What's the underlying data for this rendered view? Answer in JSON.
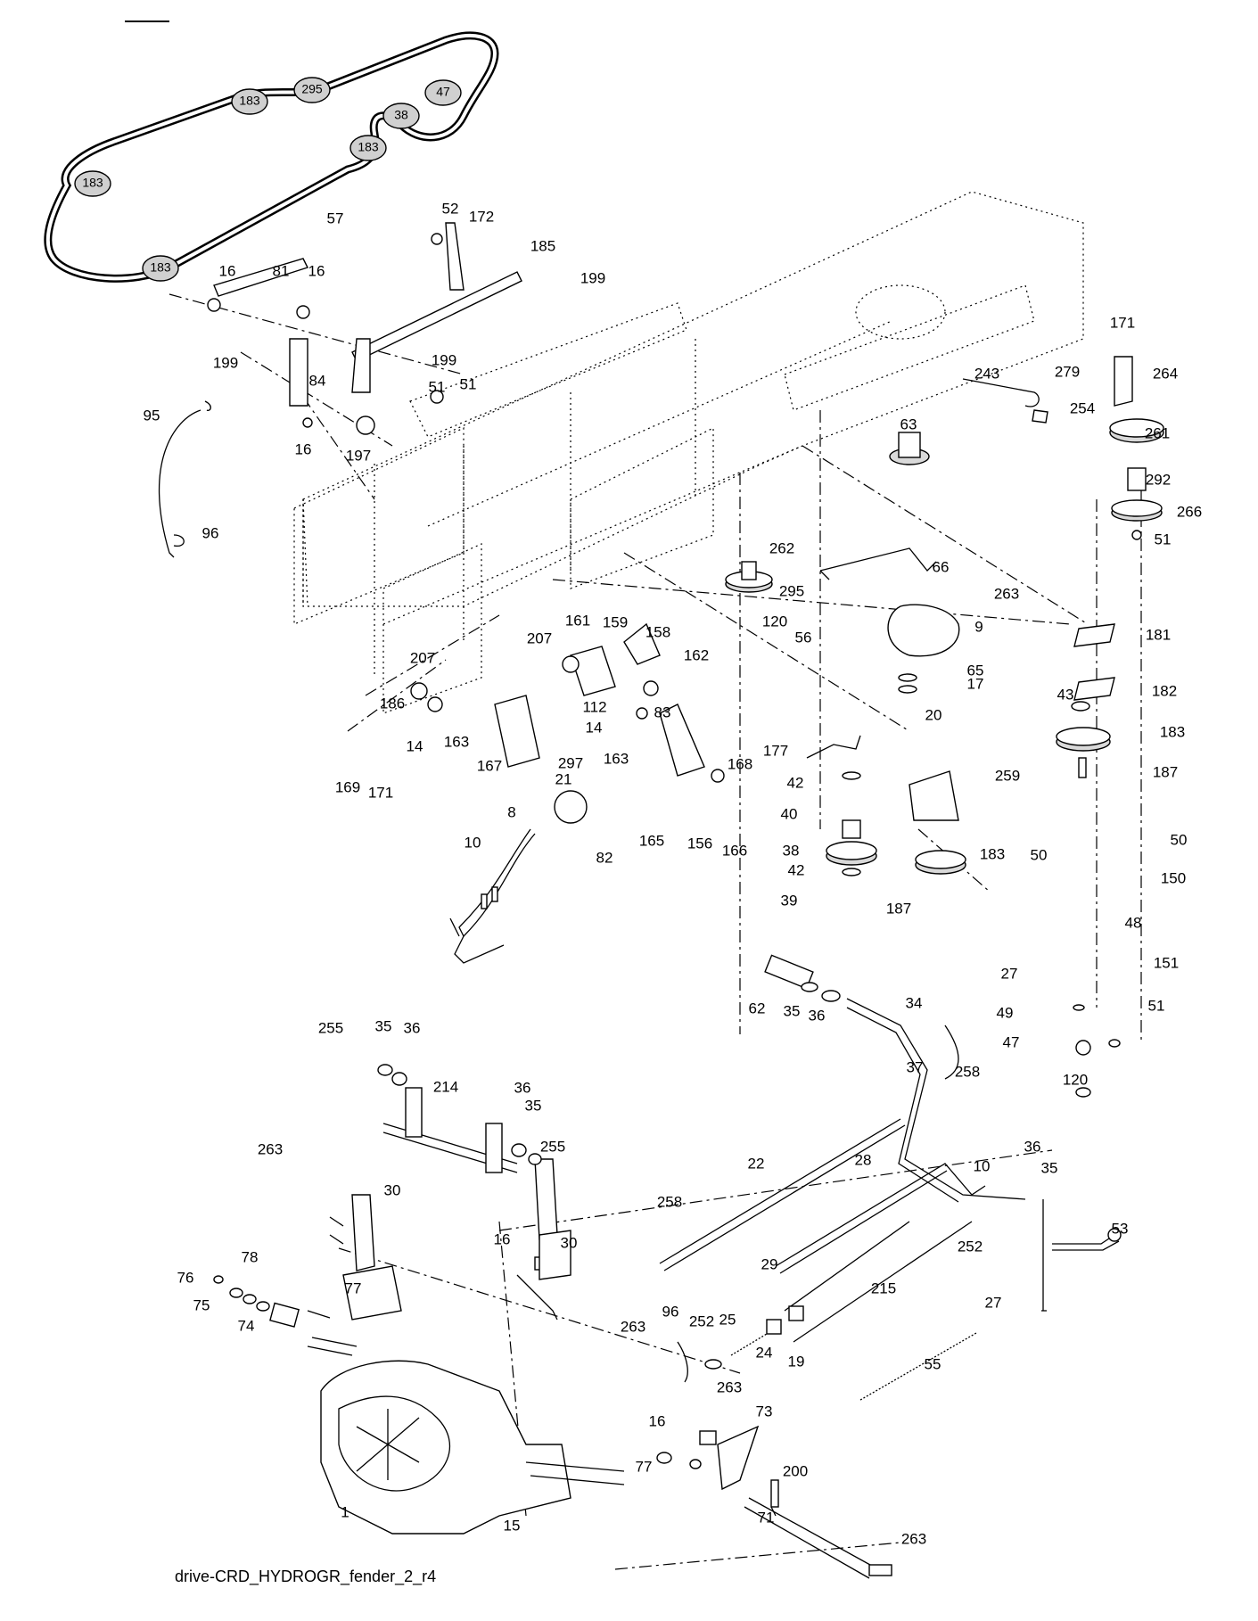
{
  "caption": "drive-CRD_HYDROGR_fender_2_r4",
  "belt_pulleys": [
    "183",
    "295",
    "47",
    "38",
    "183",
    "183",
    "183"
  ],
  "labels": [
    "52",
    "172",
    "185",
    "199",
    "51",
    "16",
    "81",
    "16",
    "199",
    "84",
    "199",
    "51",
    "95",
    "16",
    "197",
    "96",
    "57",
    "171",
    "279",
    "264",
    "243",
    "254",
    "63",
    "261",
    "292",
    "266",
    "51",
    "262",
    "66",
    "295",
    "120",
    "56",
    "9",
    "263",
    "181",
    "65",
    "17",
    "20",
    "182",
    "43",
    "183",
    "187",
    "158",
    "161",
    "159",
    "207",
    "162",
    "207",
    "186",
    "112",
    "83",
    "14",
    "14",
    "163",
    "163",
    "167",
    "297",
    "169",
    "171",
    "168",
    "177",
    "42",
    "40",
    "259",
    "21",
    "8",
    "82",
    "165",
    "156",
    "166",
    "38",
    "183",
    "42",
    "39",
    "187",
    "10",
    "50",
    "50",
    "150",
    "48",
    "27",
    "151",
    "62",
    "35",
    "36",
    "34",
    "49",
    "51",
    "47",
    "255",
    "35",
    "36",
    "37",
    "214",
    "36",
    "35",
    "120",
    "258",
    "255",
    "263",
    "30",
    "22",
    "28",
    "36",
    "35",
    "10",
    "258",
    "252",
    "53",
    "29",
    "30",
    "16",
    "78",
    "77",
    "76",
    "75",
    "74",
    "96",
    "252",
    "25",
    "24",
    "19",
    "215",
    "27",
    "263",
    "55",
    "263",
    "73",
    "16",
    "200",
    "77",
    "71",
    "1",
    "15",
    "263"
  ]
}
